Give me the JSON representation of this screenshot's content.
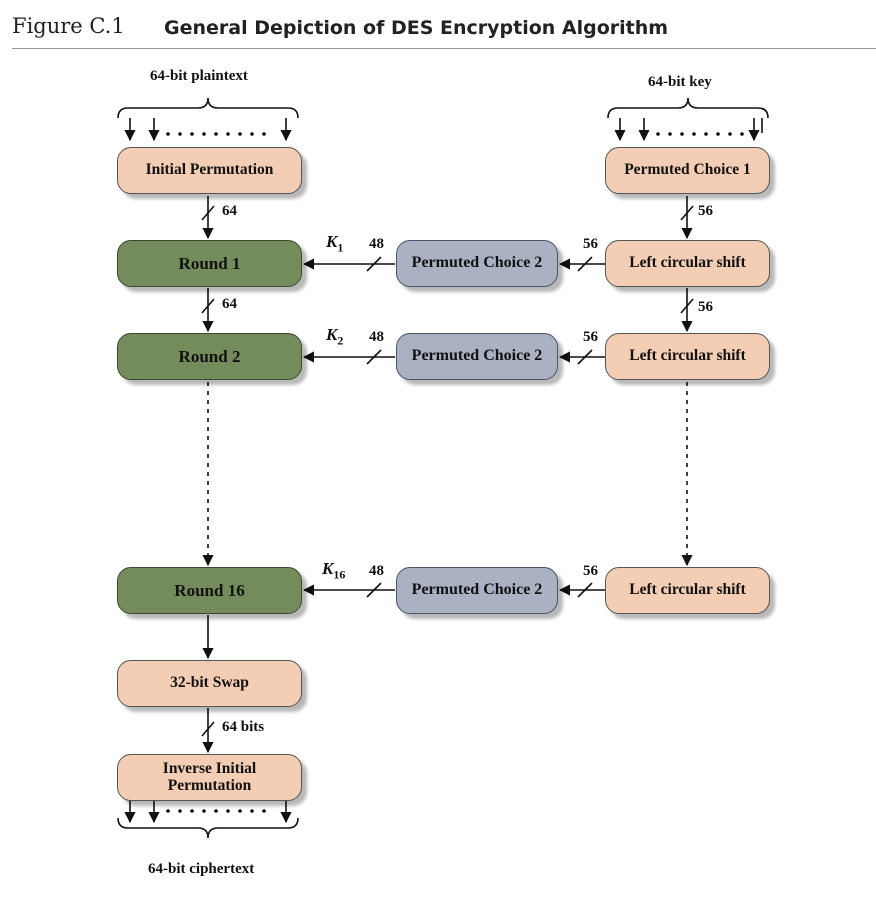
{
  "figure": {
    "number": "Figure C.1",
    "title": "General Depiction of DES Encryption Algorithm"
  },
  "inputs": {
    "plaintext_label": "64-bit plaintext",
    "key_label": "64-bit key"
  },
  "output": {
    "ciphertext_label": "64-bit ciphertext"
  },
  "data_path": {
    "initial_permutation": "Initial Permutation",
    "round_1": "Round 1",
    "round_2": "Round 2",
    "round_16": "Round 16",
    "swap": "32-bit Swap",
    "inverse_initial_permutation": "Inverse Initial Permutation"
  },
  "key_path": {
    "permuted_choice_1": "Permuted Choice 1",
    "permuted_choice_2": "Permuted Choice 2",
    "left_circular_shift": "Left circular shift"
  },
  "subkeys": {
    "k1": {
      "base": "K",
      "sub": "1"
    },
    "k2": {
      "base": "K",
      "sub": "2"
    },
    "k16": {
      "base": "K",
      "sub": "16"
    }
  },
  "widths": {
    "w64": "64",
    "w48": "48",
    "w56": "56",
    "w64_bits": "64 bits"
  },
  "colors": {
    "permutation_box": "#f3cdb4",
    "round_box": "#748c5c",
    "permuted_choice_2_box": "#a9b1c3"
  }
}
